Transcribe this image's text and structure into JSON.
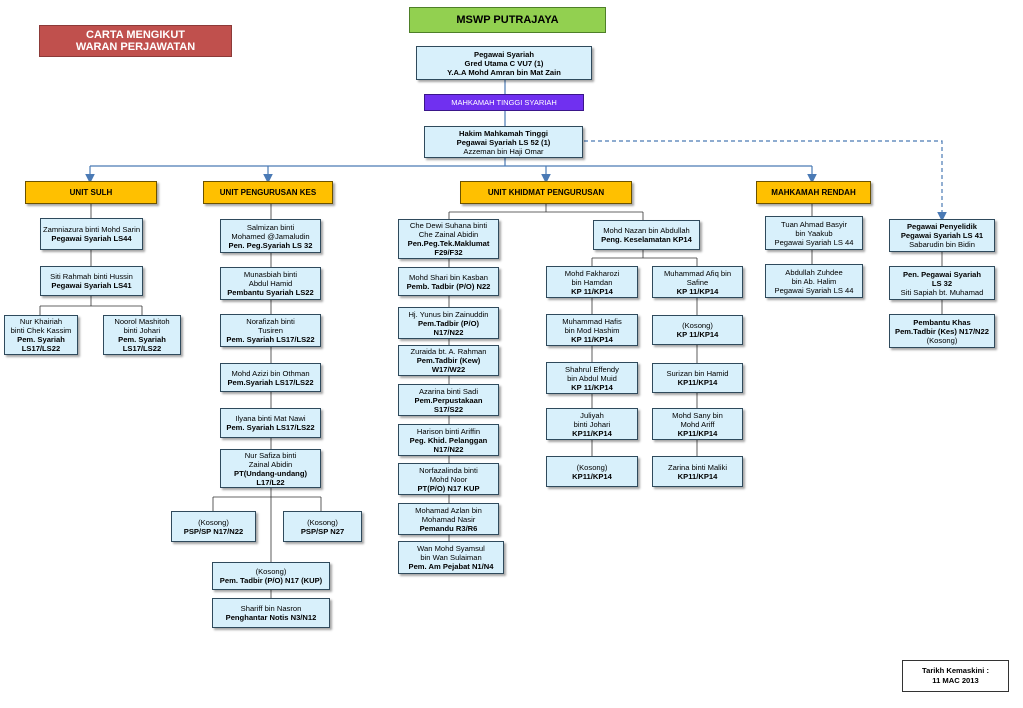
{
  "header": {
    "title_line1": "CARTA MENGIKUT",
    "title_line2": "WARAN PERJAWATAN",
    "org": "MSWP PUTRAJAYA",
    "mahkamah": "MAHKAMAH TINGGI SYARIAH"
  },
  "top": {
    "l1": "Pegawai Syariah",
    "l2": "Gred Utama C VU7 (1)",
    "l3": "Y.A.A Mohd Amran bin Mat Zain"
  },
  "hakim": {
    "l1": "Hakim Mahkamah Tinggi",
    "l2": "Pegawai Syariah LS 52 (1)",
    "l3": "Azzeman bin Haji Omar"
  },
  "units": {
    "sulh": "UNIT SULH",
    "kes": "UNIT PENGURUSAN KES",
    "khidmat": "UNIT KHIDMAT PENGURUSAN",
    "rendah": "MAHKAMAH RENDAH"
  },
  "sulh": {
    "a1": "Zamniazura binti Mohd Sarin",
    "a2": "Pegawai Syariah LS44",
    "b1": "Siti Rahmah binti Hussin",
    "b2": "Pegawai Syariah LS41",
    "c1": "Nur Khairiah",
    "c2": "binti Chek Kassim",
    "c3": "Pem. Syariah",
    "c4": "LS17/LS22",
    "d1": "Noorol Mashitoh",
    "d2": "binti Johari",
    "d3": "Pem. Syariah",
    "d4": "LS17/LS22"
  },
  "kes": {
    "a1": "Salmizan binti",
    "a2": "Mohamed @Jamaludin",
    "a3": "Pen. Peg.Syariah LS 32",
    "b1": "Munasbiah  binti",
    "b2": "Abdul Hamid",
    "b3": "Pembantu Syariah LS22",
    "c1": "Norafizah binti",
    "c2": "Tusiren",
    "c3": "Pem. Syariah LS17/LS22",
    "d1": "Mohd Azizi bin Othman",
    "d2": "Pem.Syariah LS17/LS22",
    "e1": "Ilyana binti Mat Nawi",
    "e2": "Pem. Syariah LS17/LS22",
    "f1": "Nur Safiza binti",
    "f2": "Zainal Abidin",
    "f3": "PT(Undang-undang)",
    "f4": "L17/L22",
    "g1": "(Kosong)",
    "g2": "PSP/SP N17/N22",
    "h1": "(Kosong)",
    "h2": "PSP/SP N27",
    "i1": "(Kosong)",
    "i2": "Pem. Tadbir (P/O) N17 (KUP)",
    "j1": "Shariff bin Nasron",
    "j2": "Penghantar Notis N3/N12"
  },
  "khidmat": {
    "a1": "Che Dewi Suhana binti",
    "a2": "Che Zainal Abidin",
    "a3": "Pen.Peg.Tek.Maklumat",
    "a4": "F29/F32",
    "b1": "Mohd Shari bin Kasban",
    "b2": "Pemb. Tadbir (P/O) N22",
    "c1": "Hj. Yunus bin Zainuddin",
    "c2": "Pem.Tadbir (P/O)",
    "c3": "N17/N22",
    "d1": "Zuraida bt. A. Rahman",
    "d2": "Pem.Tadbir (Kew)",
    "d3": "W17/W22",
    "e1": "Azarina binti Sadi",
    "e2": "Pem.Perpustakaan",
    "e3": "S17/S22",
    "f1": "Harison binti Ariffin",
    "f2": "Peg. Khid. Pelanggan",
    "f3": "N17/N22",
    "g1": "Norfazalinda binti",
    "g2": "Mohd Noor",
    "g3": "PT(P/O) N17 KUP",
    "h1": "Mohamad Azlan bin",
    "h2": "Mohamad Nasir",
    "h3": "Pemandu R3/R6",
    "i1": "Wan Mohd Syamsul",
    "i2": "bin Wan Sulaiman",
    "i3": "Pem. Am Pejabat  N1/N4",
    "k1": "Mohd Nazan bin Abdullah",
    "k2": "Peng. Keselamatan KP14",
    "l1": "Mohd Fakharozi",
    "l2": "bin Hamdan",
    "l3": "KP 11/KP14",
    "m1": "Muhammad Hafis",
    "m2": "bin Mod Hashim",
    "m3": "KP 11/KP14",
    "n1": "Shahrul Effendy",
    "n2": "bin Abdul Muid",
    "n3": "KP 11/KP14",
    "o1": "Juliyah",
    "o2": "binti Johari",
    "o3": "KP11/KP14",
    "p1": "(Kosong)",
    "p2": "KP11/KP14",
    "q1": "Muhammad Afiq bin",
    "q2": "Safine",
    "q3": "KP 11/KP14",
    "r1": "(Kosong)",
    "r2": "KP 11/KP14",
    "s1": "Surizan bin Hamid",
    "s2": "KP11/KP14",
    "t1": "Mohd Sany bin",
    "t2": "Mohd Ariff",
    "t3": "KP11/KP14",
    "u1": "Zarina binti Maliki",
    "u2": "KP11/KP14"
  },
  "rendah": {
    "a1": "Tuan Ahmad Basyir",
    "a2": "bin Yaakub",
    "a3": "Pegawai Syariah LS 44",
    "b1": "Abdullah Zuhdee",
    "b2": "bin Ab. Halim",
    "b3": "Pegawai Syariah LS 44"
  },
  "penyelidik": {
    "a1": "Pegawai Penyelidik",
    "a2": "Pegawai Syariah LS 41",
    "a3": "Sabarudin bin Bidin",
    "b1": "Pen. Pegawai Syariah",
    "b2": "LS 32",
    "b3": "Siti Sapiah bt. Muhamad",
    "c1": "Pembantu Khas",
    "c2": "Pem.Tadbir  (Kes) N17/N22",
    "c3": "(Kosong)"
  },
  "footer": {
    "l1": "Tarikh Kemaskini :",
    "l2": "11 MAC 2013"
  },
  "colors": {
    "unit": "#ffc000",
    "box": "#d8f0fb",
    "line": "#4a7ab5",
    "red": "#c0504d",
    "green": "#92d050",
    "purple": "#7030f0"
  }
}
